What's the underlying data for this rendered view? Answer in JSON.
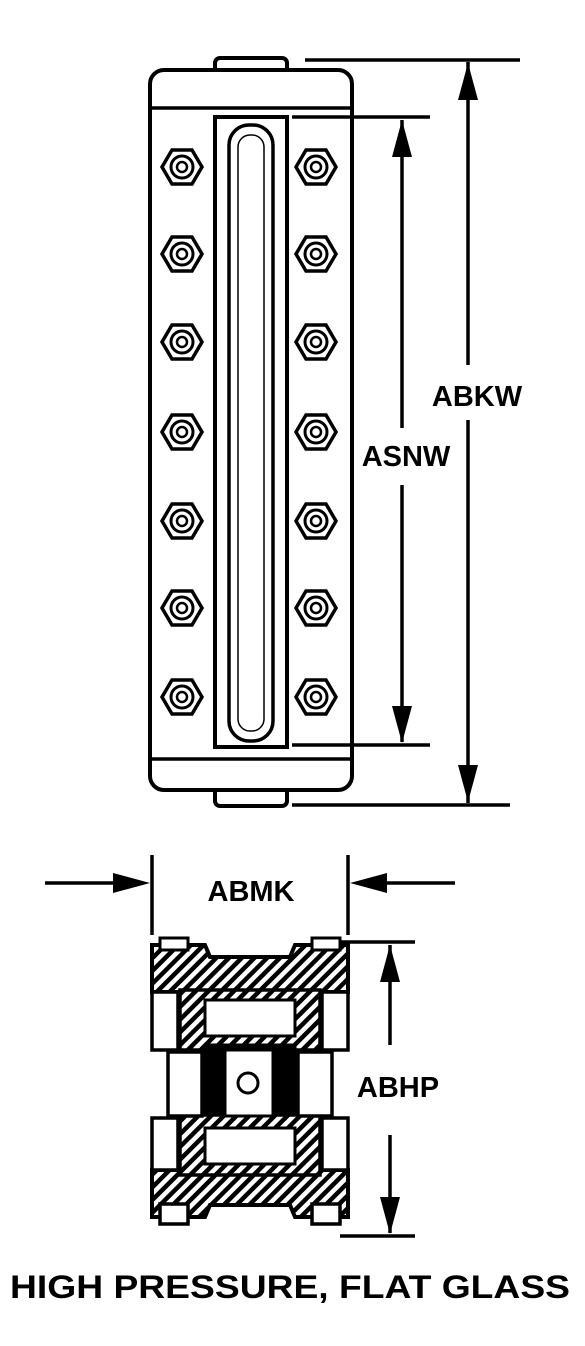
{
  "title": "HIGH PRESSURE, FLAT GLASS",
  "dimensions": {
    "overall_length": "ABKW",
    "glass_length": "ASNW",
    "width": "ABMK",
    "height": "ABHP"
  },
  "colors": {
    "line": "#000000",
    "background": "#ffffff"
  }
}
